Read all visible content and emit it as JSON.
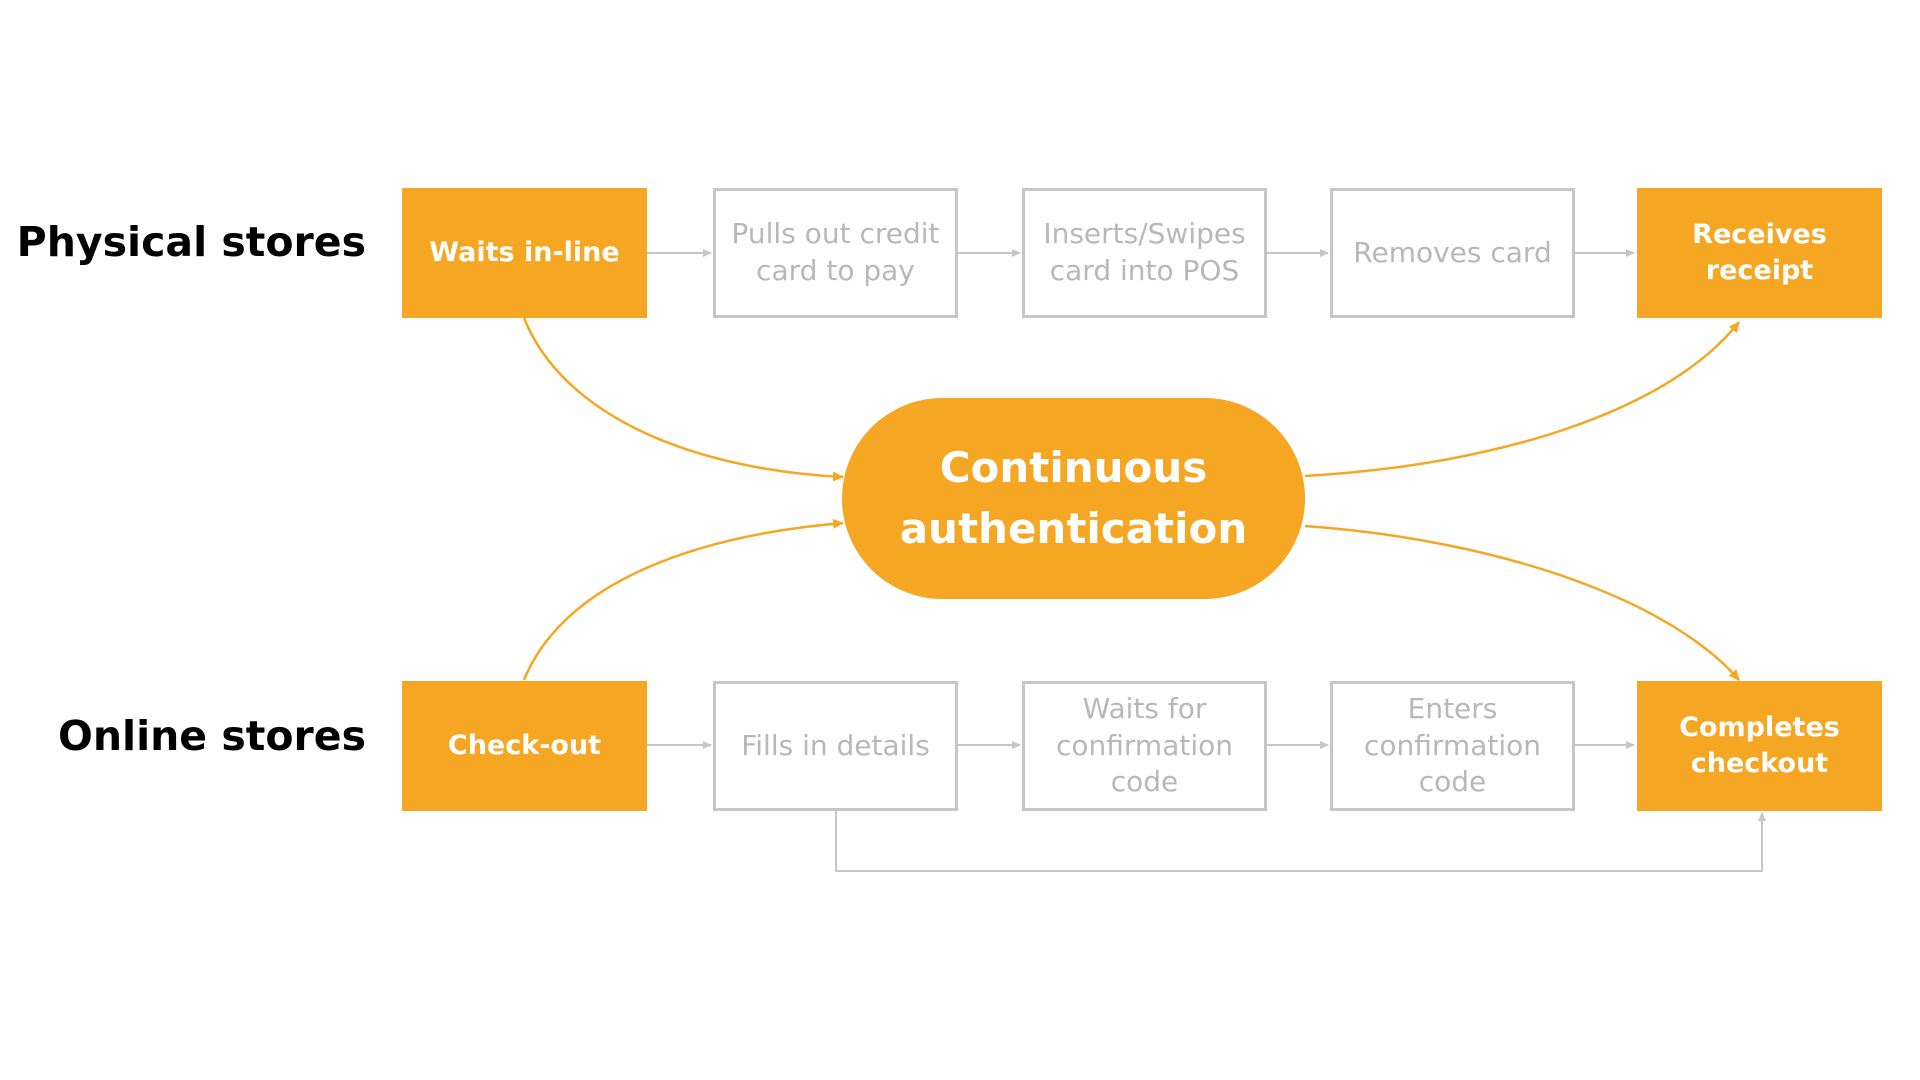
{
  "colors": {
    "accent": "#f5a623",
    "step_border": "#c6c6c6",
    "step_text": "#b8b8b8",
    "label_text": "#000000"
  },
  "physical": {
    "label": "Physical stores",
    "steps": [
      "Waits in-line",
      "Pulls out credit card to pay",
      "Inserts/Swipes card into POS",
      "Removes card",
      "Receives receipt"
    ]
  },
  "online": {
    "label": "Online stores",
    "steps": [
      "Check-out",
      "Fills in details",
      "Waits for confirmation code",
      "Enters confirmation code",
      "Completes checkout"
    ]
  },
  "hub": {
    "label": "Continuous authentication"
  }
}
